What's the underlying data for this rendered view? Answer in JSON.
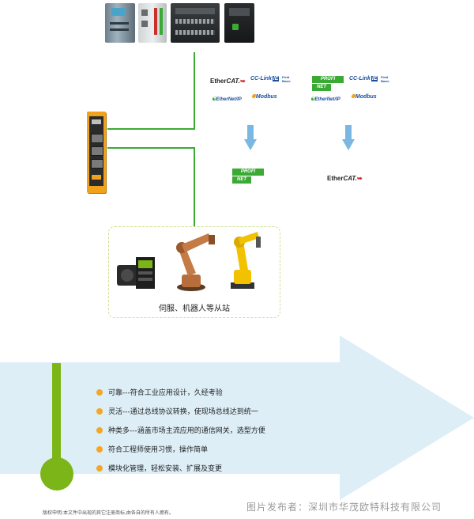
{
  "network": {
    "sources_left": {
      "ethercat": [
        "Ether",
        "CAT."
      ],
      "cclink": [
        "CC-Link",
        "IE",
        "Field",
        "Basic"
      ],
      "ethernetip": "EtherNet/IP",
      "modbus": "Modbus"
    },
    "sources_right": {
      "profinet": [
        "PROFI",
        "NET"
      ],
      "cclink": [
        "CC-Link",
        "IE",
        "Field",
        "Basic"
      ],
      "ethernetip": "EtherNet/IP",
      "modbus": "Modbus"
    },
    "target_left": {
      "profinet": [
        "PROFI",
        "NET"
      ]
    },
    "target_right": {
      "ethercat": [
        "Ether",
        "CAT."
      ]
    },
    "arrow_color": "#7ab7e3",
    "line_color": "#3aaa35"
  },
  "slave_box": {
    "label": "伺服、机器人等从站",
    "border_color": "#d8e6a8"
  },
  "features": [
    "可靠---符合工业应用设计，久经考验",
    "灵活---通过总线协议转换，使现场总线达到统一",
    "种类多---涵盖市场主流应用的通信网关，选型方便",
    "符合工程师使用习惯，操作简单",
    "模块化管理，轻松安装、扩展及变更"
  ],
  "colors": {
    "big_arrow": "#ddeef7",
    "accent_green": "#7cb518",
    "bullet_orange": "#f5a623"
  },
  "footer": {
    "copyright": "版权申明:本文件中出现的其它注册商标,由各自的所有人拥有。",
    "source": "图片发布者：深圳市华茂欧特科技有限公司"
  }
}
